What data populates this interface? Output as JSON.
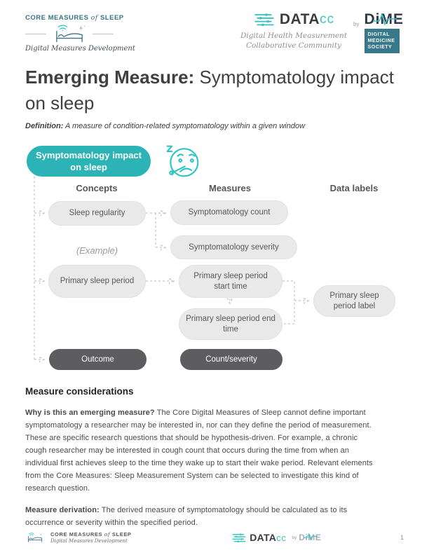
{
  "colors": {
    "teal": "#2bb3b6",
    "icon_teal": "#2fc4c6",
    "dark_pill": "#5d5d5f",
    "gray_pill": "#e9e9ea",
    "core_logo_slate": "#3a7284",
    "dime_box_teal": "#37798a",
    "dash_gray": "#c6c6c6"
  },
  "header": {
    "core_logo": {
      "title_part1": "CORE MEASURES",
      "title_part2": "of",
      "title_part3": "SLEEP",
      "subtitle": "Digital Measures Development"
    },
    "datacc": {
      "word": "DATA",
      "word2": "cc",
      "by": "by",
      "tagline1": "Digital Health Measurement",
      "tagline2": "Collaborative Community"
    },
    "dime": {
      "wordmark": "DiME",
      "box1": "DIGITAL",
      "box2": "MEDICINE",
      "box3": "SOCIETY"
    }
  },
  "title": {
    "bold": "Emerging Measure:",
    "rest": " Symptomatology impact on sleep"
  },
  "definition": {
    "label": "Definition:",
    "text": " A measure of condition-related symptomatology within a given window"
  },
  "diagram": {
    "root_label": "Symptomatology impact on sleep",
    "col_concepts": "Concepts",
    "col_measures": "Measures",
    "col_data_labels": "Data labels",
    "example": "(Example)",
    "sleep_regularity": "Sleep regularity",
    "symptomatology_count": "Symptomatology count",
    "symptomatology_severity": "Symptomatology severity",
    "primary_sleep_period": "Primary sleep period",
    "psp_start": "Primary sleep period start time",
    "psp_end": "Primary sleep period end time",
    "psp_label": "Primary sleep period label",
    "outcome": "Outcome",
    "count_severity": "Count/severity"
  },
  "considerations": {
    "heading": "Measure considerations",
    "p1_label": "Why is this an emerging measure?",
    "p1_text": " The Core Digital Measures of Sleep cannot define important symptomatology a researcher may be interested in, nor can they define the period of measurement. These are specific research questions that should be hypothesis-driven. For example, a chronic cough researcher may be interested in cough count that occurs during the time from when an individual first achieves sleep to the time they wake up to start their wake period. Relevant elements from the Core Measures: Sleep Measurement System can be selected to investigate this kind of research question.",
    "p2_label": "Measure derivation:",
    "p2_text": " The derived measure of symptomatology should be calculated as to its occurrence or severity within the specified period."
  },
  "footer": {
    "core_title_part1": "CORE MEASURES",
    "core_title_part2": "of",
    "core_title_part3": "SLEEP",
    "core_subtitle": "Digital Measures Development",
    "datacc_word": "DATA",
    "datacc_word2": "cc",
    "by": "by",
    "dime": "DiME",
    "page_number": "1"
  }
}
